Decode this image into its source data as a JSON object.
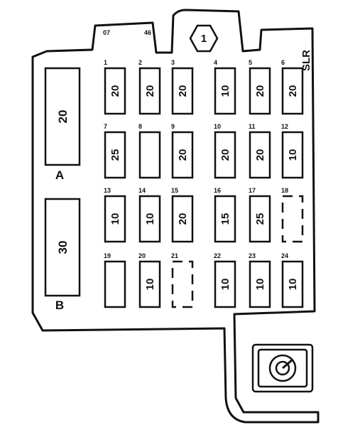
{
  "header": {
    "code_left": "07",
    "code_right": "46",
    "relay_number": "1",
    "slr_label": "SLR"
  },
  "maxi_fuses": [
    {
      "label": "A",
      "rating": "20"
    },
    {
      "label": "B",
      "rating": "30"
    }
  ],
  "fuses": [
    {
      "number": "1",
      "rating": "20",
      "style": "filled"
    },
    {
      "number": "2",
      "rating": "20",
      "style": "filled"
    },
    {
      "number": "3",
      "rating": "20",
      "style": "filled"
    },
    {
      "number": "4",
      "rating": "10",
      "style": "filled"
    },
    {
      "number": "5",
      "rating": "20",
      "style": "filled"
    },
    {
      "number": "6",
      "rating": "20",
      "style": "filled"
    },
    {
      "number": "7",
      "rating": "25",
      "style": "filled"
    },
    {
      "number": "8",
      "rating": "",
      "style": "empty"
    },
    {
      "number": "9",
      "rating": "20",
      "style": "filled"
    },
    {
      "number": "10",
      "rating": "20",
      "style": "filled"
    },
    {
      "number": "11",
      "rating": "20",
      "style": "filled"
    },
    {
      "number": "12",
      "rating": "10",
      "style": "filled"
    },
    {
      "number": "13",
      "rating": "10",
      "style": "filled"
    },
    {
      "number": "14",
      "rating": "10",
      "style": "filled"
    },
    {
      "number": "15",
      "rating": "20",
      "style": "filled"
    },
    {
      "number": "16",
      "rating": "15",
      "style": "filled"
    },
    {
      "number": "17",
      "rating": "25",
      "style": "filled"
    },
    {
      "number": "18",
      "rating": "",
      "style": "dashed"
    },
    {
      "number": "19",
      "rating": "",
      "style": "empty"
    },
    {
      "number": "20",
      "rating": "10",
      "style": "filled"
    },
    {
      "number": "21",
      "rating": "",
      "style": "dashed"
    },
    {
      "number": "22",
      "rating": "10",
      "style": "filled"
    },
    {
      "number": "23",
      "rating": "10",
      "style": "filled"
    },
    {
      "number": "24",
      "rating": "10",
      "style": "filled"
    }
  ]
}
